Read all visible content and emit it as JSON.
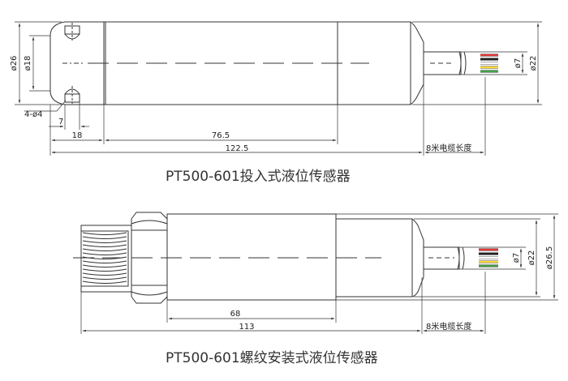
{
  "sensor1": {
    "title": "PT500-601投入式液位传感器",
    "dims": {
      "d26": "ø26",
      "d18": "ø18",
      "hole": "4-ø4",
      "d7_left": "7",
      "len18": "18",
      "len765": "76.5",
      "len1225": "122.5",
      "d7": "ø7",
      "d22": "ø22",
      "cable": "8米电缆长度"
    }
  },
  "sensor2": {
    "title": "PT500-601螺纹安装式液位传感器",
    "dims": {
      "len68": "68",
      "len113": "113",
      "d7": "ø7",
      "d22": "ø22",
      "d265": "ø26.5",
      "cable": "8米电缆长度"
    }
  },
  "wire_colors": [
    "#e53935",
    "#212121",
    "#ffffff",
    "#fdd835",
    "#43a047"
  ]
}
